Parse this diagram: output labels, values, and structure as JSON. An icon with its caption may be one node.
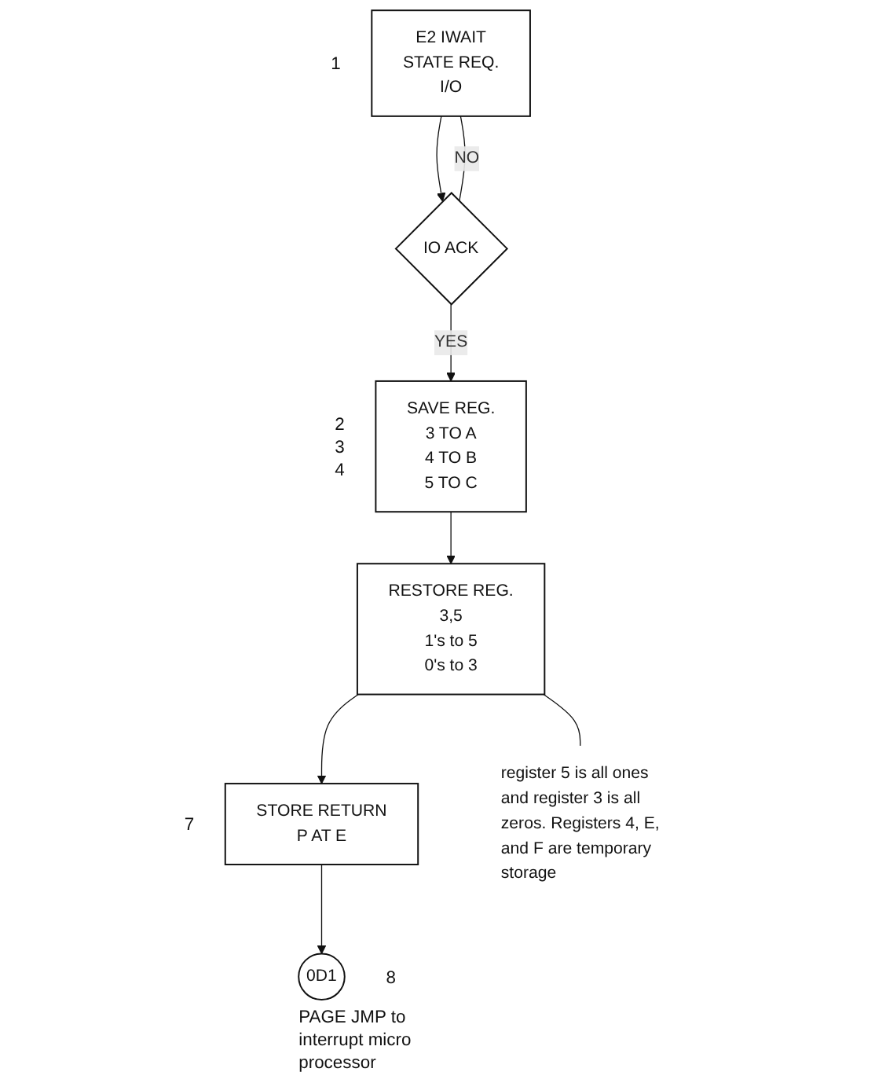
{
  "diagram": {
    "nodes": [
      {
        "text": [
          "E2 IWAIT STATE REQ. I/O"
        ],
        "beside": [
          "1"
        ]
      },
      {
        "text": [
          "IO ACK"
        ]
      },
      {
        "text": [
          "SAVE REG.",
          "3 TO A",
          "4 TO B",
          "5 TO C"
        ],
        "beside": [
          "2",
          "3",
          "4"
        ]
      },
      {
        "text": [
          "RESTORE REG. 3,5",
          "1's to 5",
          "0's to 3"
        ]
      },
      {
        "text": [
          "STORE RETURN P AT E"
        ],
        "beside": [
          "7"
        ]
      },
      {
        "text": [
          "0D1"
        ],
        "beside": [
          "8",
          "PAGE JMP to interrupt micro processor"
        ]
      },
      {
        "text": [
          "register 5 is all ones and register 3 is all zeros. Registers 4, E, and F are temporary storage"
        ]
      }
    ],
    "edges": [
      {
        "from": 0,
        "to": 1,
        "arrow": "to"
      },
      {
        "from": 1,
        "to": 0,
        "arrow": "none",
        "label": "NO"
      },
      {
        "from": 1,
        "to": 2,
        "arrow": "to",
        "label": "YES"
      },
      {
        "from": 2,
        "to": 3,
        "arrow": "to"
      },
      {
        "from": 3,
        "to": 4,
        "arrow": "to"
      },
      {
        "from": 4,
        "to": 5,
        "arrow": "to"
      },
      {
        "from": 3,
        "to": 6,
        "arrow": "none"
      }
    ]
  }
}
